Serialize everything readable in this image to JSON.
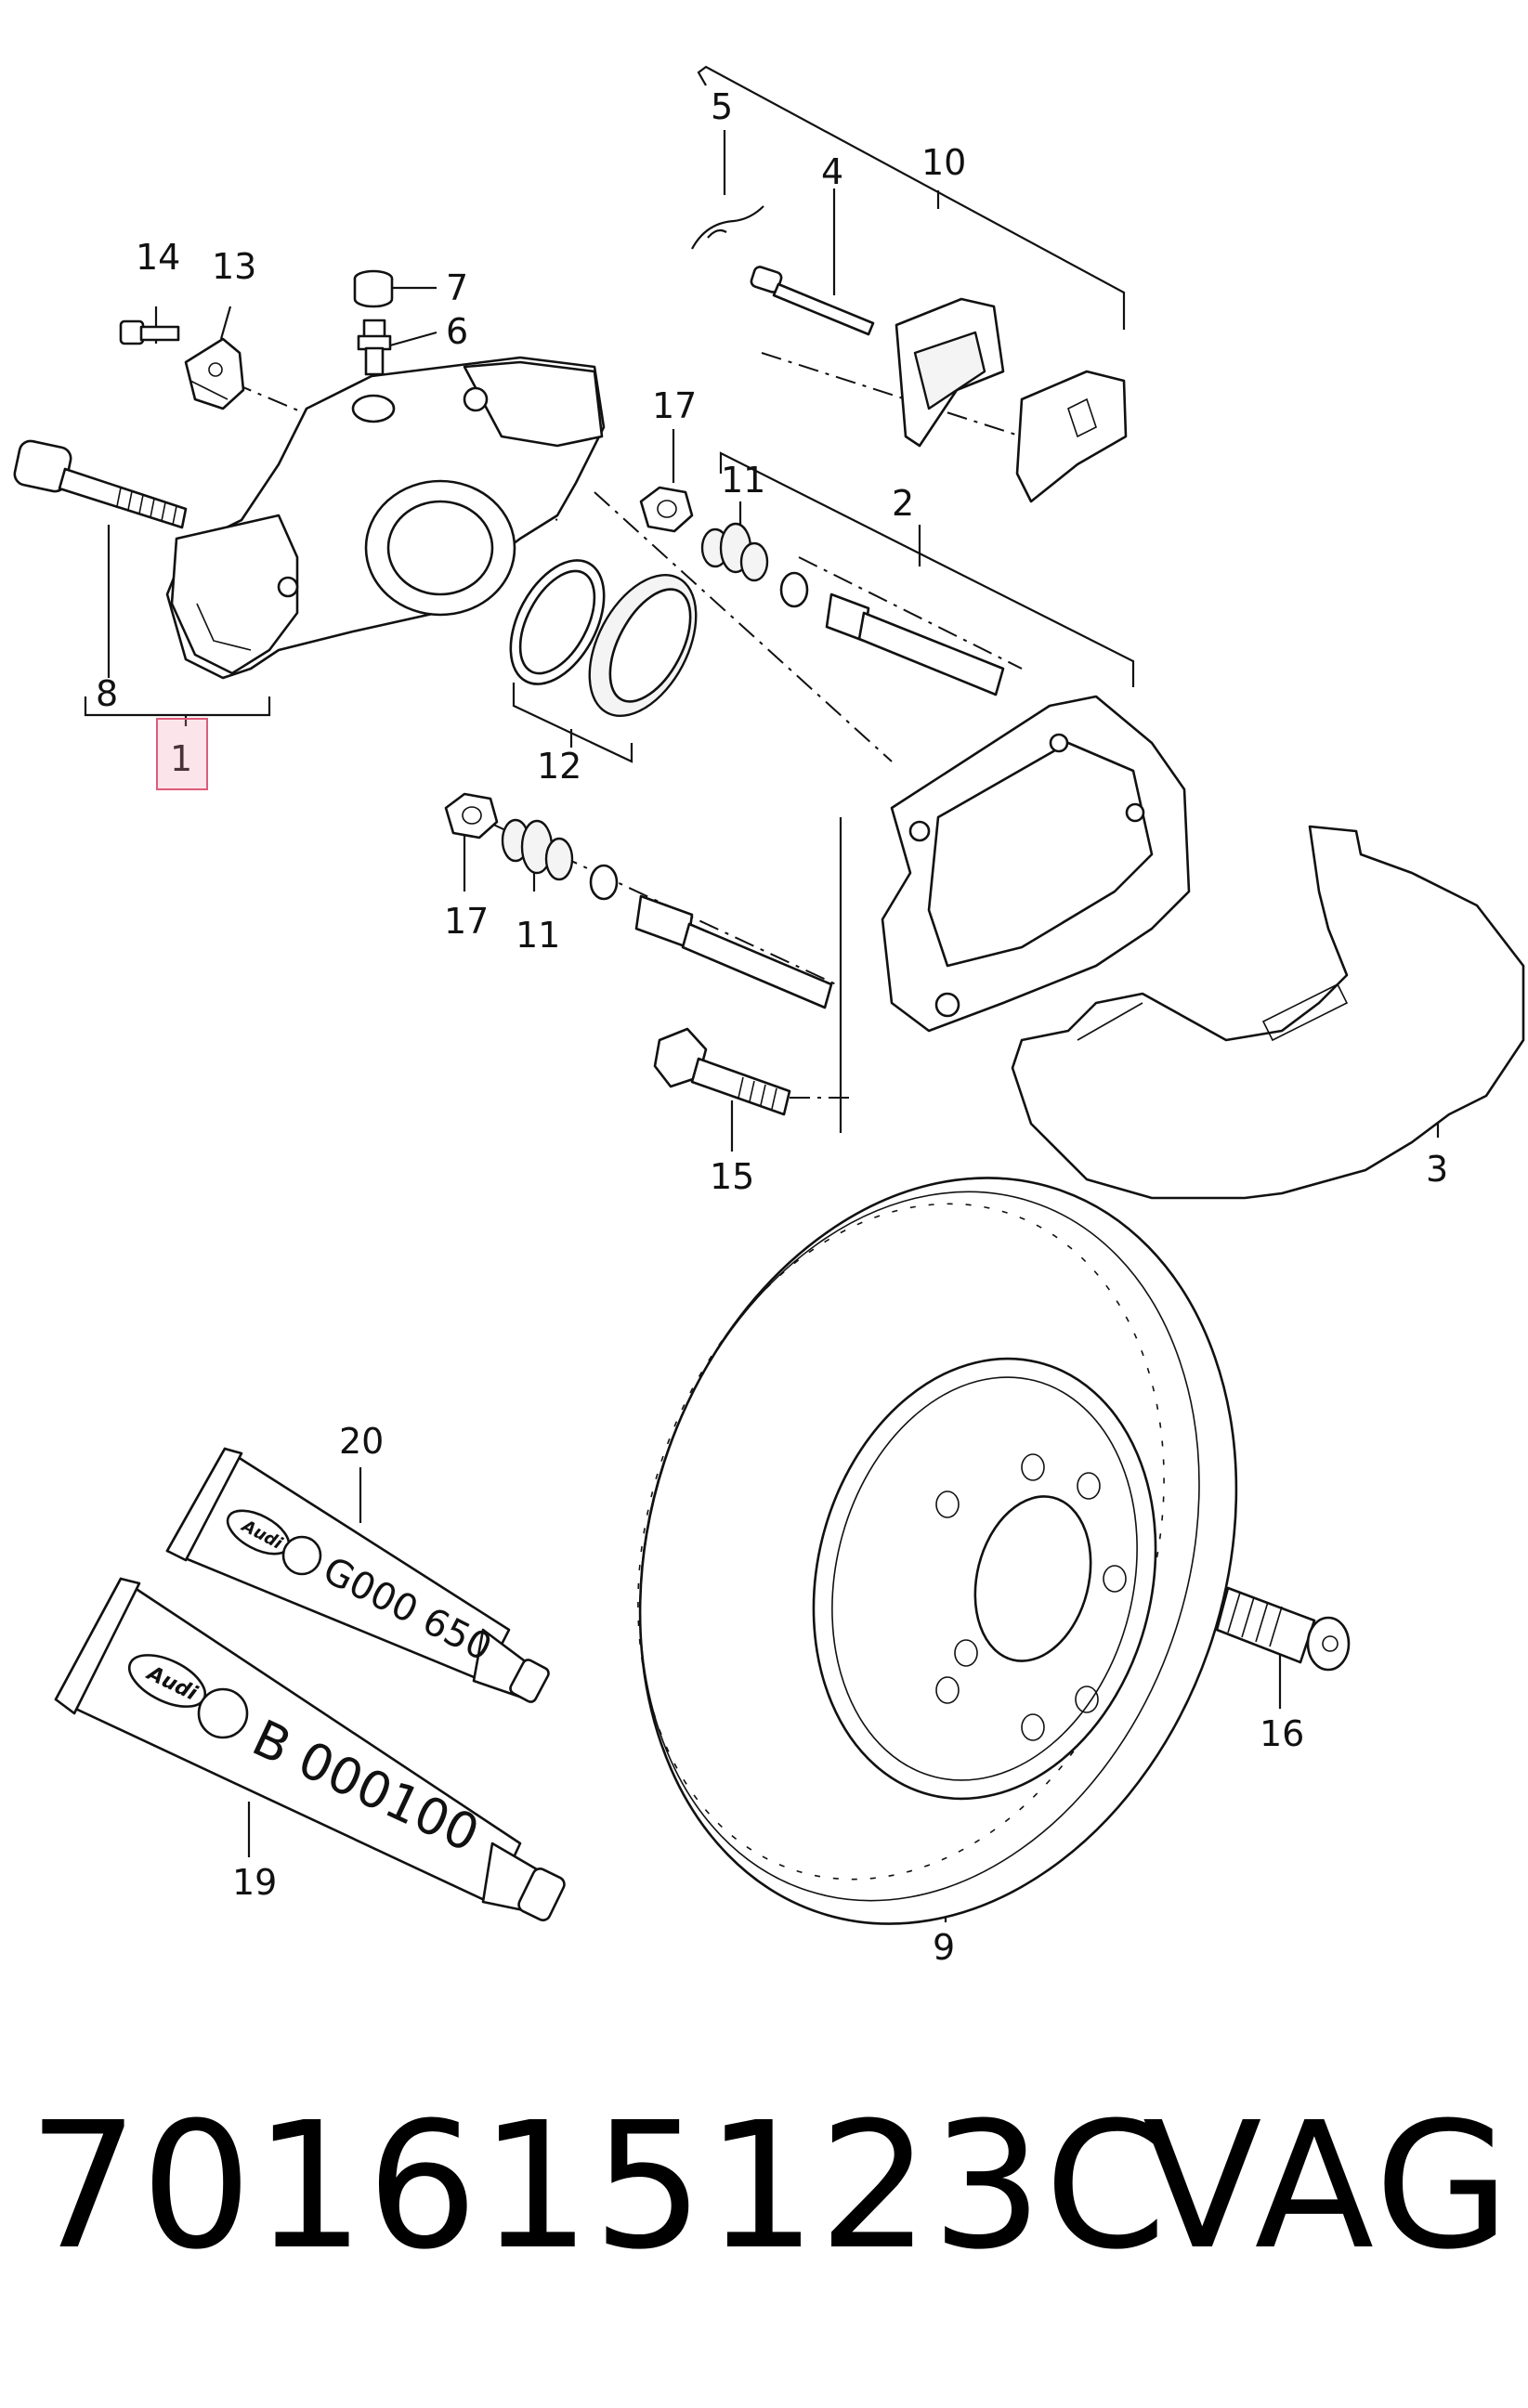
{
  "callouts": {
    "c1": "1",
    "c2": "2",
    "c3": "3",
    "c4": "4",
    "c5": "5",
    "c6": "6",
    "c7": "7",
    "c8": "8",
    "c9": "9",
    "c10": "10",
    "c11a": "11",
    "c11b": "11",
    "c12": "12",
    "c13": "13",
    "c14": "14",
    "c15": "15",
    "c16": "16",
    "c17a": "17",
    "c17b": "17",
    "c19": "19",
    "c20": "20"
  },
  "tubes": {
    "small": {
      "logo": "Audi",
      "code": "G000 650"
    },
    "large": {
      "logo": "Audi",
      "code": "B 000100"
    }
  },
  "footer": {
    "part_number": "701615123C",
    "brand": "VAG"
  },
  "colors": {
    "highlight": "#e05a7a"
  }
}
